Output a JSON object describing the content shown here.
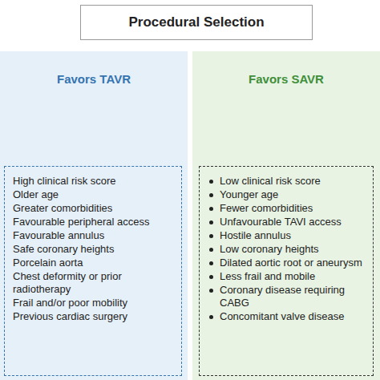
{
  "diagram": {
    "title": "Procedural Selection",
    "nodes": [
      {
        "text": [
          "Favors TAVR"
        ]
      },
      {
        "text": [
          "High clinical risk score",
          "Older age",
          "Greater comorbidities",
          "Favourable peripheral access",
          "Favourable annulus",
          "Safe coronary heights",
          "Porcelain aorta",
          "Chest deformity or prior radiotherapy",
          "Frail and/or poor mobility",
          "Previous cardiac surgery"
        ],
        "in": 0
      },
      {
        "text": [
          "Favors SAVR"
        ]
      },
      {
        "text": [
          "Low clinical risk score",
          "Younger age",
          "Fewer comorbidities",
          "Unfavourable TAVI access",
          "Hostile annulus",
          "Low coronary heights",
          "Dilated aortic root or aneurysm",
          "Less frail and mobile",
          "Coronary disease requiring CABG",
          "Concomitant valve disease"
        ],
        "in": 2
      }
    ]
  }
}
